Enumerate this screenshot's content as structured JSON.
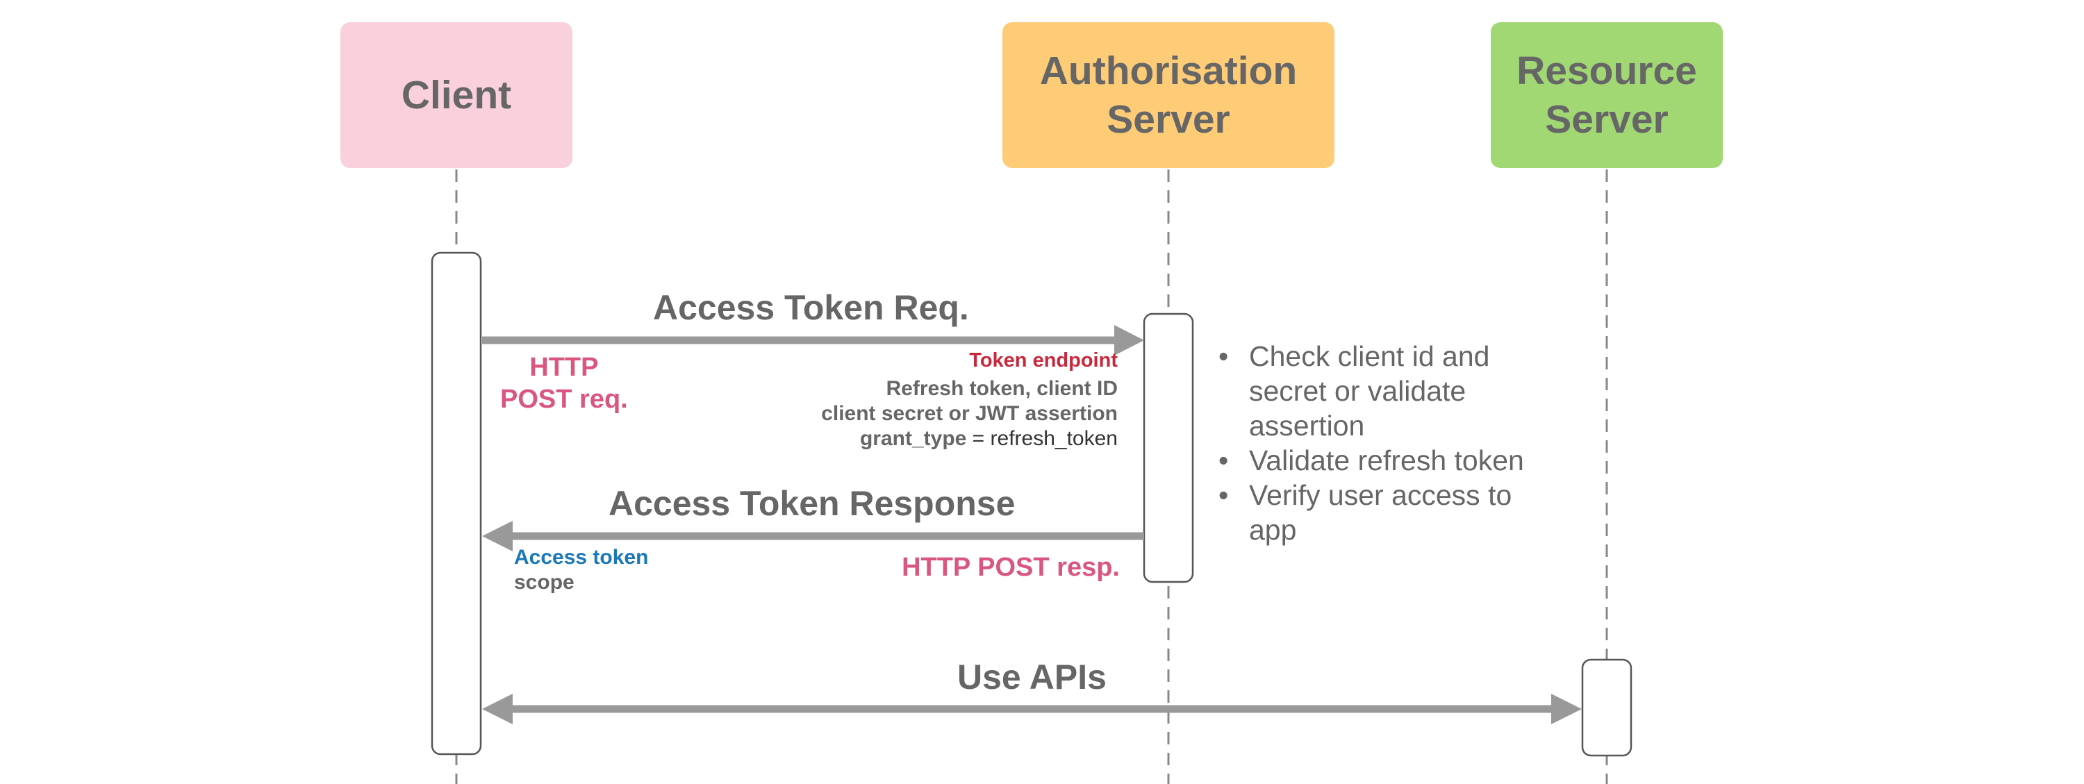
{
  "participants": [
    {
      "id": "client",
      "label": "Client",
      "color": "#f9d0dc"
    },
    {
      "id": "auth",
      "label": "Authorisation\nServer",
      "color": "#fecb77"
    },
    {
      "id": "resource",
      "label": "Resource\nServer",
      "color": "#a1d874"
    }
  ],
  "messages": {
    "access_token_request": {
      "label": "Access Token Req.",
      "protocol": "HTTP\nPOST req.",
      "endpoint": "Token endpoint",
      "params": [
        "Refresh token, client ID",
        "client secret or JWT assertion"
      ],
      "grant_type_key": "grant_type",
      "grant_type_eq": " = ",
      "grant_type_value": "refresh_token"
    },
    "access_token_response": {
      "label": "Access Token Response",
      "protocol": "HTTP POST resp.",
      "fields": [
        "Access token",
        "scope"
      ]
    },
    "use_apis": {
      "label": "Use APIs"
    }
  },
  "auth_server_checks": [
    "Check client id and secret or validate assertion",
    "Validate refresh token",
    "Verify user access to app"
  ],
  "colors": {
    "arrow": "#999999",
    "lifeline": "#888888",
    "activation_border": "#555555",
    "text": "#666666",
    "protocol_pink": "#d9577f",
    "endpoint_red": "#c8283c",
    "token_blue": "#1a78b8"
  }
}
